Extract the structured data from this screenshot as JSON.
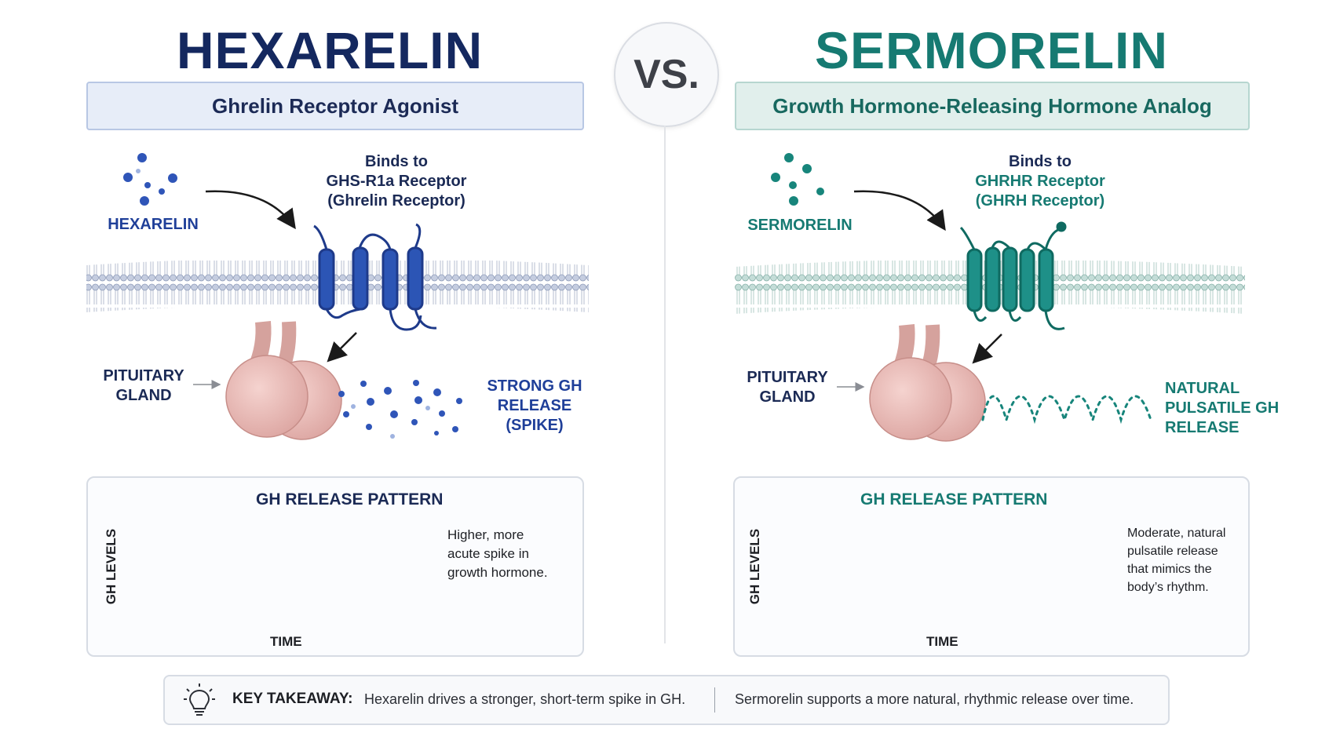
{
  "left": {
    "title": "HEXARELIN",
    "subtitle": "Ghrelin Receptor Agonist",
    "peptide_label": "HEXARELIN",
    "binds_line1": "Binds to",
    "binds_line2": "GHS-R1a Receptor",
    "binds_line3": "(Ghrelin Receptor)",
    "gland_line1": "PITUITARY",
    "gland_line2": "GLAND",
    "release_line1": "STRONG GH",
    "release_line2": "RELEASE",
    "release_line3": "(SPIKE)",
    "panel_title": "GH RELEASE PATTERN",
    "y_label": "GH LEVELS",
    "x_label": "TIME",
    "desc_line1": "Higher, more",
    "desc_line2": "acute spike in",
    "desc_line3": "growth hormone."
  },
  "right": {
    "title": "SERMORELIN",
    "subtitle": "Growth Hormone-Releasing Hormone Analog",
    "peptide_label": "SERMORELIN",
    "binds_line1": "Binds to",
    "binds_line2": "GHRHR Receptor",
    "binds_line3": "(GHRH Receptor)",
    "gland_line1": "PITUITARY",
    "gland_line2": "GLAND",
    "release_line1": "NATURAL",
    "release_line2": "PULSATILE GH",
    "release_line3": "RELEASE",
    "panel_title": "GH RELEASE PATTERN",
    "y_label": "GH LEVELS",
    "x_label": "TIME",
    "desc_line1": "Moderate, natural",
    "desc_line2": "pulsatile release",
    "desc_line3": "that mimics the",
    "desc_line4": "body’s rhythm."
  },
  "vs": "VS.",
  "takeaway": {
    "label": "KEY TAKEAWAY:",
    "text_left": "Hexarelin drives a stronger, short-term spike in GH.",
    "text_right": "Sermorelin supports a more natural, rhythmic release over time."
  },
  "colors": {
    "navy": "#14285f",
    "blue": "#1f3f99",
    "teal": "#167a72",
    "gland": "#e8b7b3"
  },
  "icons": [
    "lightbulb-icon",
    "arrow-icon"
  ]
}
